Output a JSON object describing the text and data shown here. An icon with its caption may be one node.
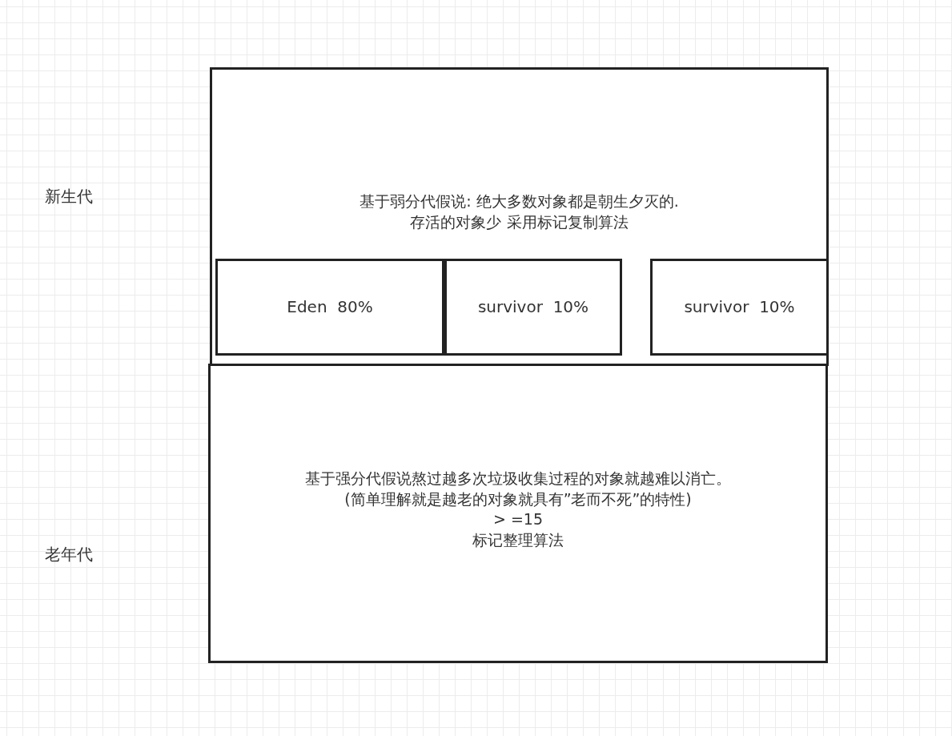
{
  "diagram": {
    "nodes": [
      {
        "text": [
          "基于弱分代假说: 绝大多数对象都是朝生夕灭的.",
          "存活的对象少 采用标记复制算法"
        ]
      },
      {
        "text": [
          "Eden  80%"
        ],
        "in": 0
      },
      {
        "text": [
          "survivor  10%"
        ],
        "in": 0
      },
      {
        "text": [
          "survivor  10%"
        ],
        "in": 0
      },
      {
        "text": [
          "基于强分代假说熬过越多次垃圾收集过程的对象就越难以消亡。",
          "(简单理解就是越老的对象就具有”老而不死”的特性)",
          "> =15",
          "标记整理算法"
        ]
      }
    ],
    "labels": [
      "新生代",
      "老年代"
    ]
  }
}
